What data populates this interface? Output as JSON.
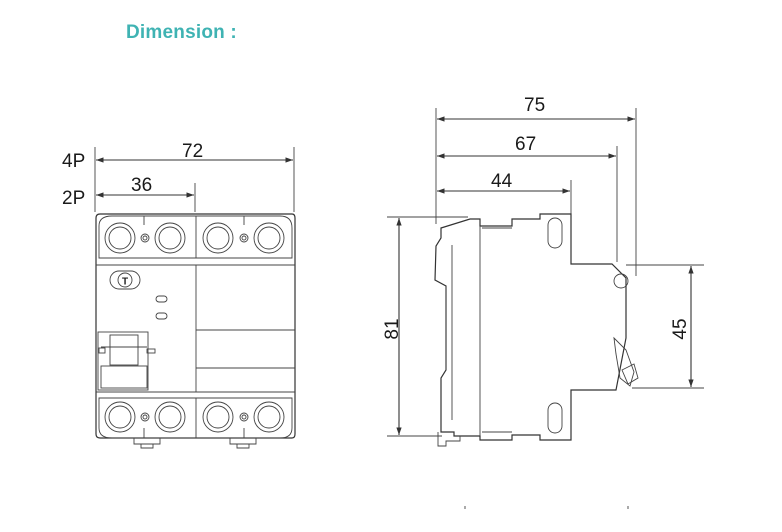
{
  "heading": "Dimension :",
  "front_view": {
    "row_4p_label": "4P",
    "row_2p_label": "2P",
    "width_4p": "72",
    "width_2p": "36",
    "test_button_label": "T"
  },
  "side_view": {
    "depth_overall": "75",
    "depth_mid": "67",
    "depth_rail": "44",
    "height_total": "81",
    "height_front": "45"
  },
  "colors": {
    "heading": "#3fb3b3",
    "lines": "#333333"
  }
}
